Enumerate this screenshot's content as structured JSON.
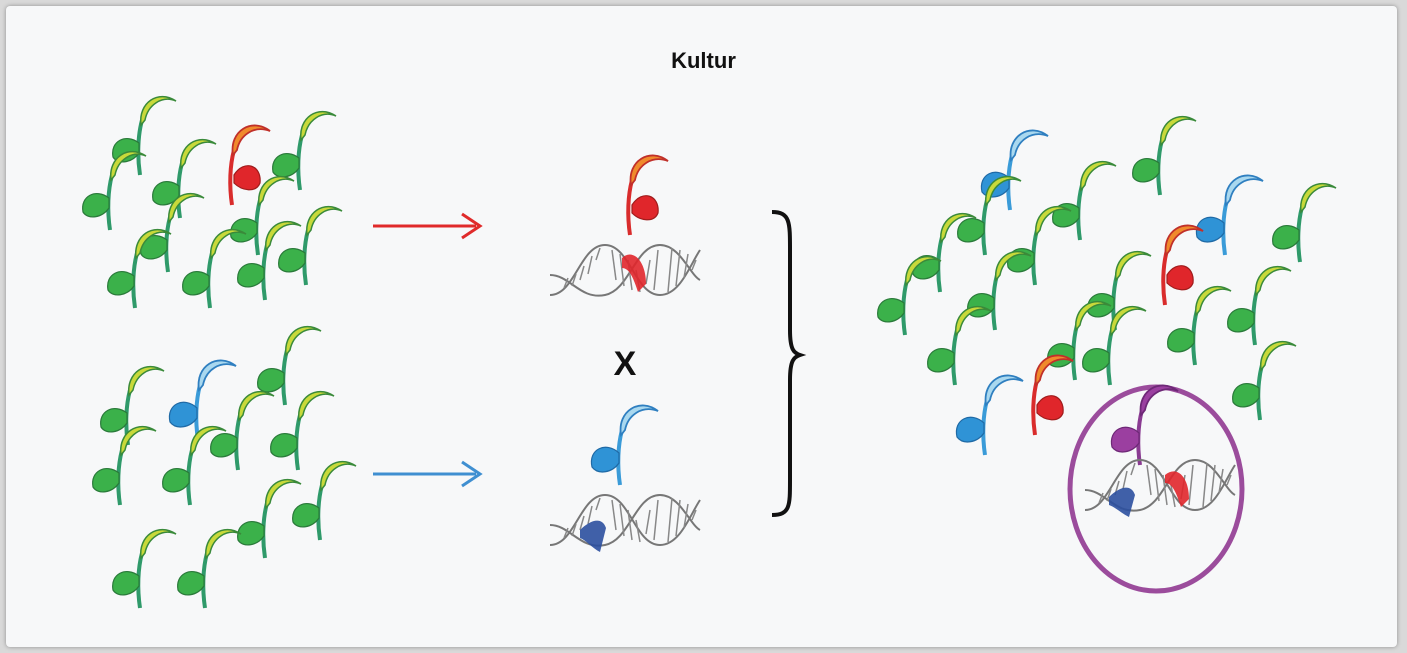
{
  "title": "Kultur",
  "cross_symbol": "X",
  "colors": {
    "background": "#f7f8f9",
    "leaf_green": "#3bb14a",
    "leaf_yellow": "#c8d93a",
    "stem_green": "#2f9a6a",
    "red": "#e0262b",
    "orange": "#f08a2c",
    "blue": "#2f93d6",
    "light_blue": "#a9d8ef",
    "dna_blue": "#2b4f9f",
    "purple": "#9b3fa0",
    "circle_purple": "#9b4c9c",
    "arrow_red": "#e02a2a",
    "arrow_blue": "#3f8fd1"
  },
  "icons": [
    "seedling-icon",
    "dna-helix-icon",
    "arrow-right-icon",
    "curly-brace",
    "highlight-circle"
  ]
}
